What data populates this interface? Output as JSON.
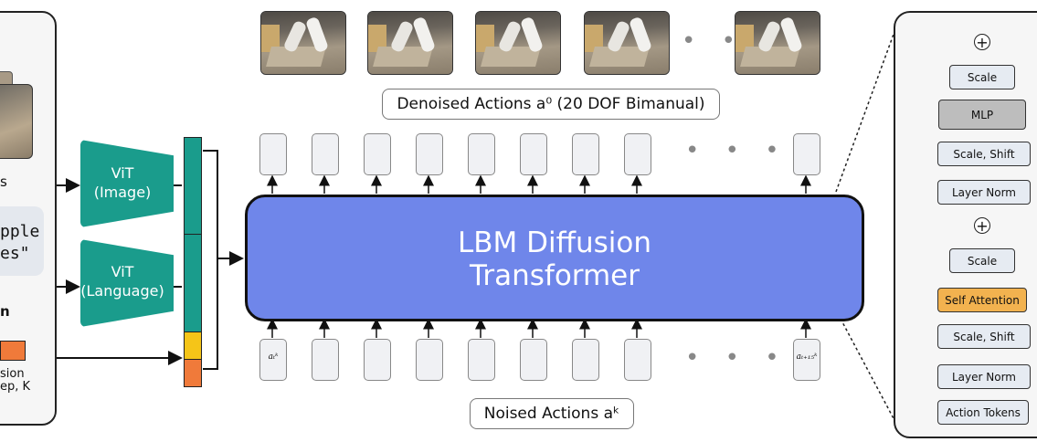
{
  "left_panel": {
    "line_s": "s",
    "lang_text": "pple\nes\"",
    "line_n": "n",
    "line_sion": "sion",
    "line_step": "ep, K"
  },
  "vit": {
    "image": "ViT\n(Image)",
    "language": "ViT\n(Language)"
  },
  "transformer": {
    "title_line1": "LBM Diffusion",
    "title_line2": "Transformer"
  },
  "labels": {
    "denoised": "Denoised Actions a⁰ (20 DOF Bimanual)",
    "noised": "Noised Actions aᵏ"
  },
  "tokens": {
    "first_input": "aₜᵏ",
    "last_input": "aₜ₊₁₅ᵏ",
    "ellipsis_bottom": "• • •",
    "ellipsis_top": "• • •",
    "images_ellipsis": "• • •"
  },
  "right_panel": {
    "blocks": [
      "Scale",
      "MLP",
      "Scale, Shift",
      "Layer Norm",
      "Scale",
      "Self Attention",
      "Scale, Shift",
      "Layer Norm",
      "Action Tokens"
    ],
    "plus": "+"
  },
  "colors": {
    "transformer_fill": "#6f86ea",
    "vit_fill": "#1a9c8c",
    "token_teal": "#1a9c8c",
    "token_yellow": "#f5c518",
    "token_orange": "#f07a3a",
    "self_attention": "#f2b24f",
    "mlp": "#bdbdbd"
  }
}
